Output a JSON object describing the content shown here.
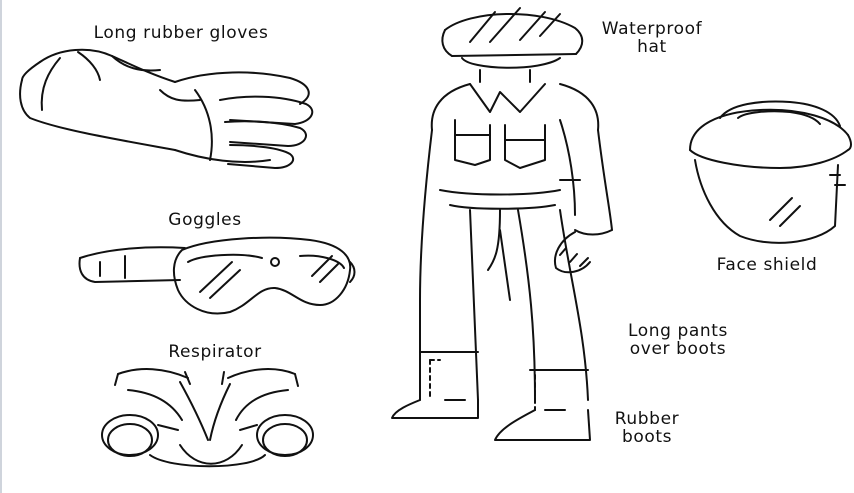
{
  "labels": {
    "gloves": "Long rubber gloves",
    "hat": "Waterproof\nhat",
    "goggles": "Goggles",
    "face_shield": "Face shield",
    "respirator": "Respirator",
    "pants": "Long pants\nover boots",
    "boots": "Rubber\nboots"
  },
  "colors": {
    "ink": "#111111",
    "background": "#ffffff"
  }
}
